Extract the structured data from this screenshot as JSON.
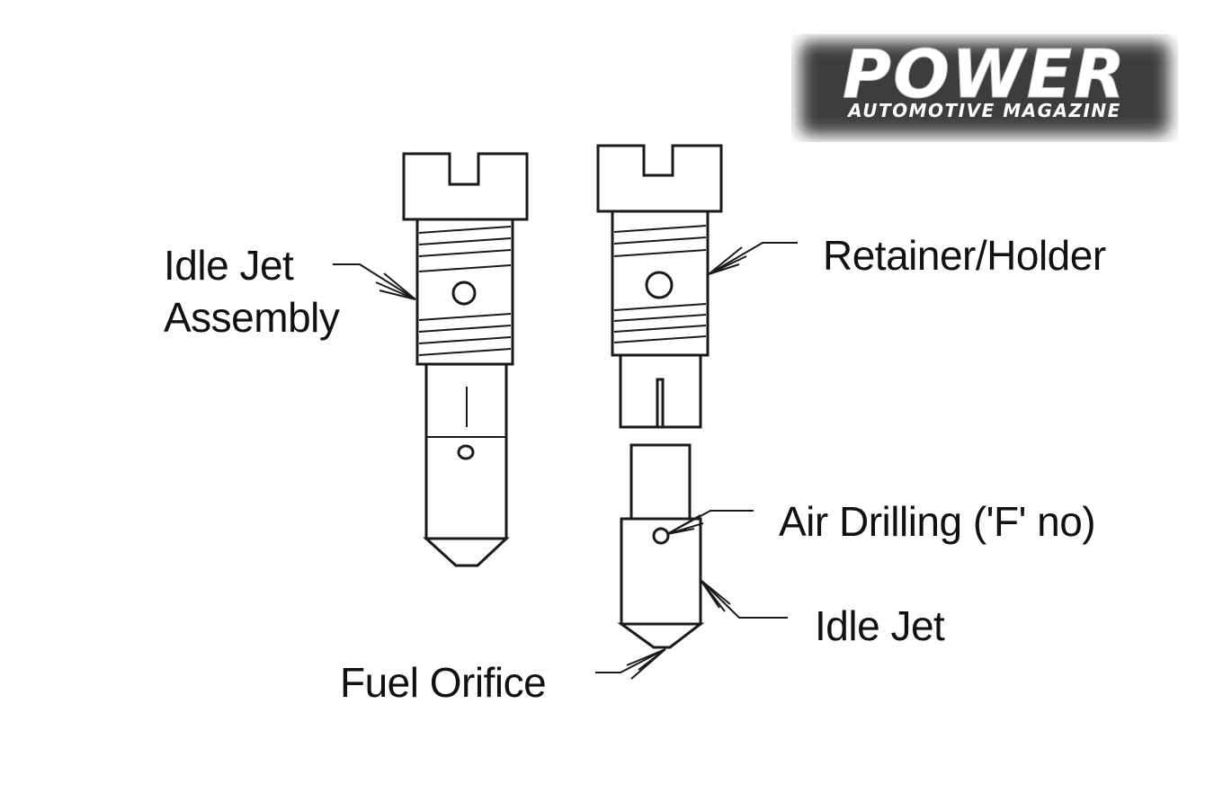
{
  "logo": {
    "title": "POWER",
    "subtitle": "AUTOMOTIVE MAGAZINE",
    "text_color": "#ffffff",
    "shadow_color": "#222222"
  },
  "labels": {
    "idle_jet_assembly": [
      "Idle Jet",
      "Assembly"
    ],
    "retainer_holder": "Retainer/Holder",
    "air_drilling": "Air Drilling ('F' no)",
    "idle_jet": "Idle Jet",
    "fuel_orifice": "Fuel Orifice"
  }
}
